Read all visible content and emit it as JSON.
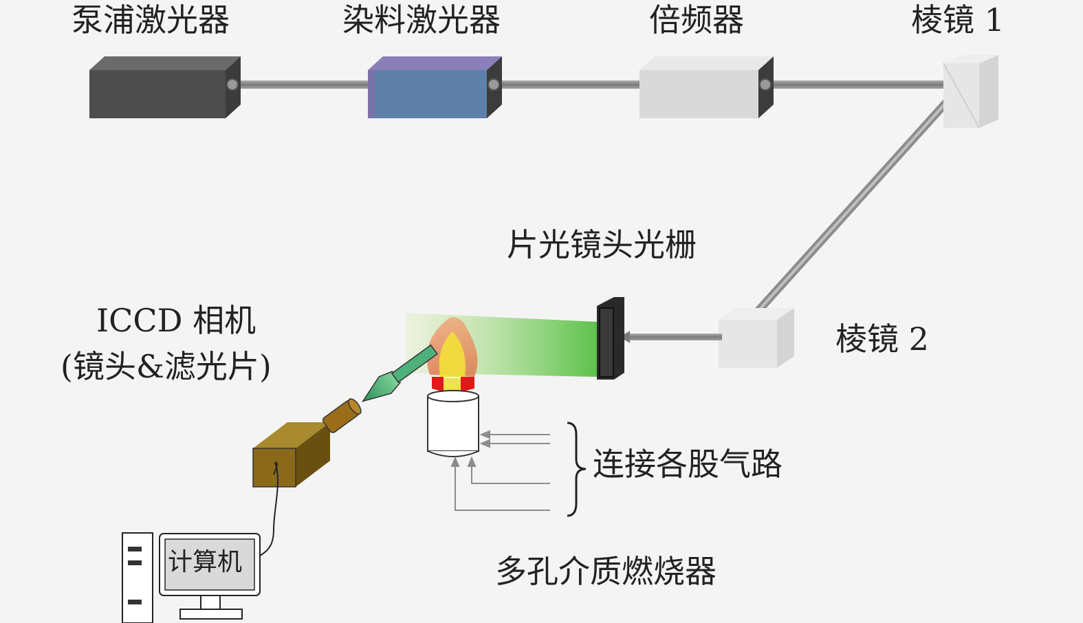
{
  "labels": {
    "pump_laser": "泵浦激光器",
    "dye_laser": "染料激光器",
    "frequency_doubler": "倍频器",
    "prism_1": "棱镜 1",
    "sheet_lens_grating": "片光镜头光栅",
    "prism_2": "棱镜 2",
    "iccd_camera_line1": "ICCD 相机",
    "iccd_camera_line2": "(镜头&滤光片)",
    "gas_lines": "连接各股气路",
    "burner": "多孔介质燃烧器",
    "computer": "计算机"
  },
  "colors": {
    "background": "#f4f4f4",
    "pump_laser": "#4d4d4d",
    "dye_laser": "#5f80a8",
    "dye_laser_top": "#8a7fb8",
    "frequency_doubler": "#d9d9d9",
    "beam": "#8c8c8c",
    "laser_sheet": "#7fcf6a",
    "camera_body": "#8a6a1a",
    "flame_red": "#e01a1a",
    "flame_yellow": "#f2e03a"
  },
  "icons": {
    "pump_laser": "box-icon",
    "dye_laser": "box-icon",
    "frequency_doubler": "box-icon",
    "prism_1": "cube-icon",
    "prism_2": "cube-icon",
    "grating": "grating-icon",
    "camera": "camera-icon",
    "burner": "burner-icon",
    "computer": "computer-icon"
  }
}
